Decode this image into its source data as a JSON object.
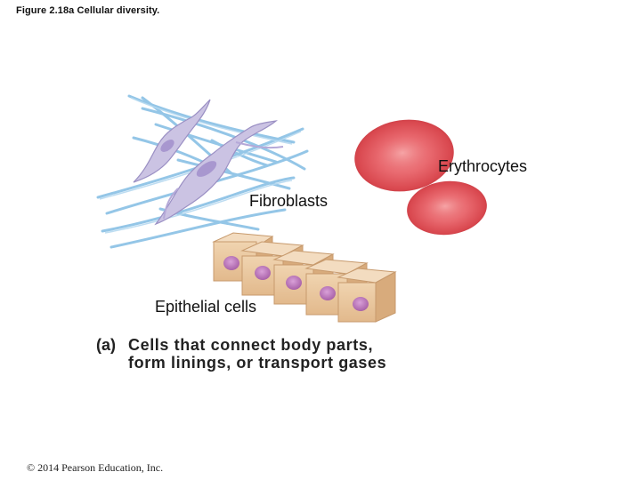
{
  "figure": {
    "title": "Figure 2.18a  Cellular diversity."
  },
  "labels": {
    "erythrocytes": "Erythrocytes",
    "fibroblasts": "Fibroblasts",
    "epithelial": "Epithelial cells"
  },
  "caption": {
    "letter": "(a)",
    "line1": "Cells that connect body parts,",
    "line2": "form linings, or transport gases"
  },
  "footer": {
    "copyright": "© 2014 Pearson Education, Inc."
  },
  "colors": {
    "fiber": "#8fc3e6",
    "fibroblast": "#cbc3e3",
    "rbc": "#e0565c",
    "epithelial": "#e9c49c",
    "nucleus": "#b678b6"
  }
}
